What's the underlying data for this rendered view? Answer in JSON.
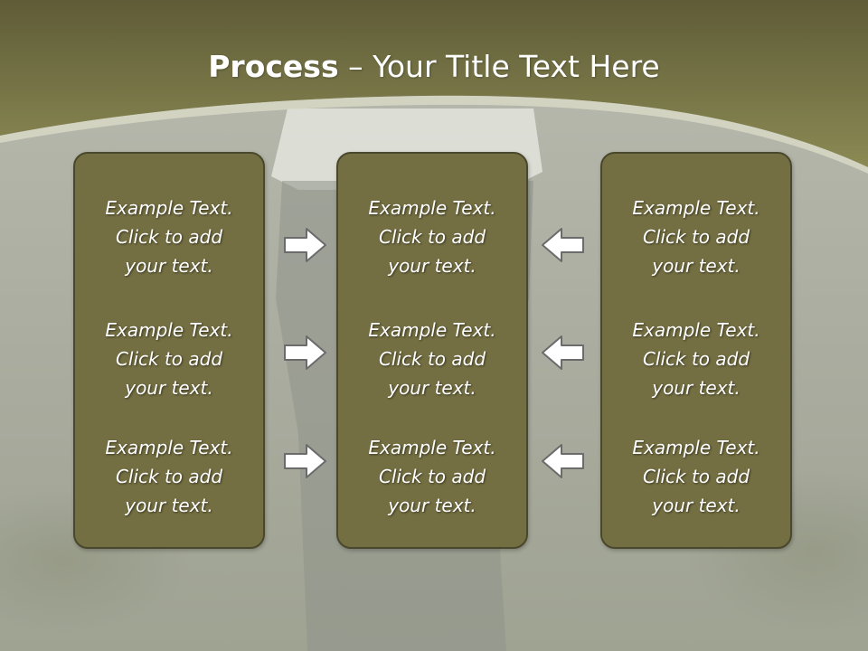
{
  "title": {
    "bold": "Process",
    "separator": "–",
    "rest": "Your Title Text Here"
  },
  "columns": [
    {
      "items": [
        {
          "line1": "Example Text.",
          "line2": "Click  to add",
          "line3": "your text."
        },
        {
          "line1": "Example Text.",
          "line2": "Click  to add",
          "line3": "your text."
        },
        {
          "line1": "Example Text.",
          "line2": "Click  to add",
          "line3": "your text."
        }
      ]
    },
    {
      "items": [
        {
          "line1": "Example Text.",
          "line2": "Click  to add",
          "line3": "your text."
        },
        {
          "line1": "Example Text.",
          "line2": "Click  to add",
          "line3": "your text."
        },
        {
          "line1": "Example Text.",
          "line2": "Click  to add",
          "line3": "your text."
        }
      ]
    },
    {
      "items": [
        {
          "line1": "Example Text.",
          "line2": "Click  to add",
          "line3": "your text."
        },
        {
          "line1": "Example Text.",
          "line2": "Click  to add",
          "line3": "your text."
        },
        {
          "line1": "Example Text.",
          "line2": "Click  to add",
          "line3": "your text."
        }
      ]
    }
  ],
  "arrows": {
    "left_group": "arrow-right-icon",
    "right_group": "arrow-left-icon"
  },
  "colors": {
    "box_fill": "#746f42",
    "box_border": "#4a482c",
    "header_band": "#7b7a47",
    "background": "#a9aa9e",
    "arrow_fill": "#ffffff",
    "arrow_stroke": "#6b6b6b"
  }
}
